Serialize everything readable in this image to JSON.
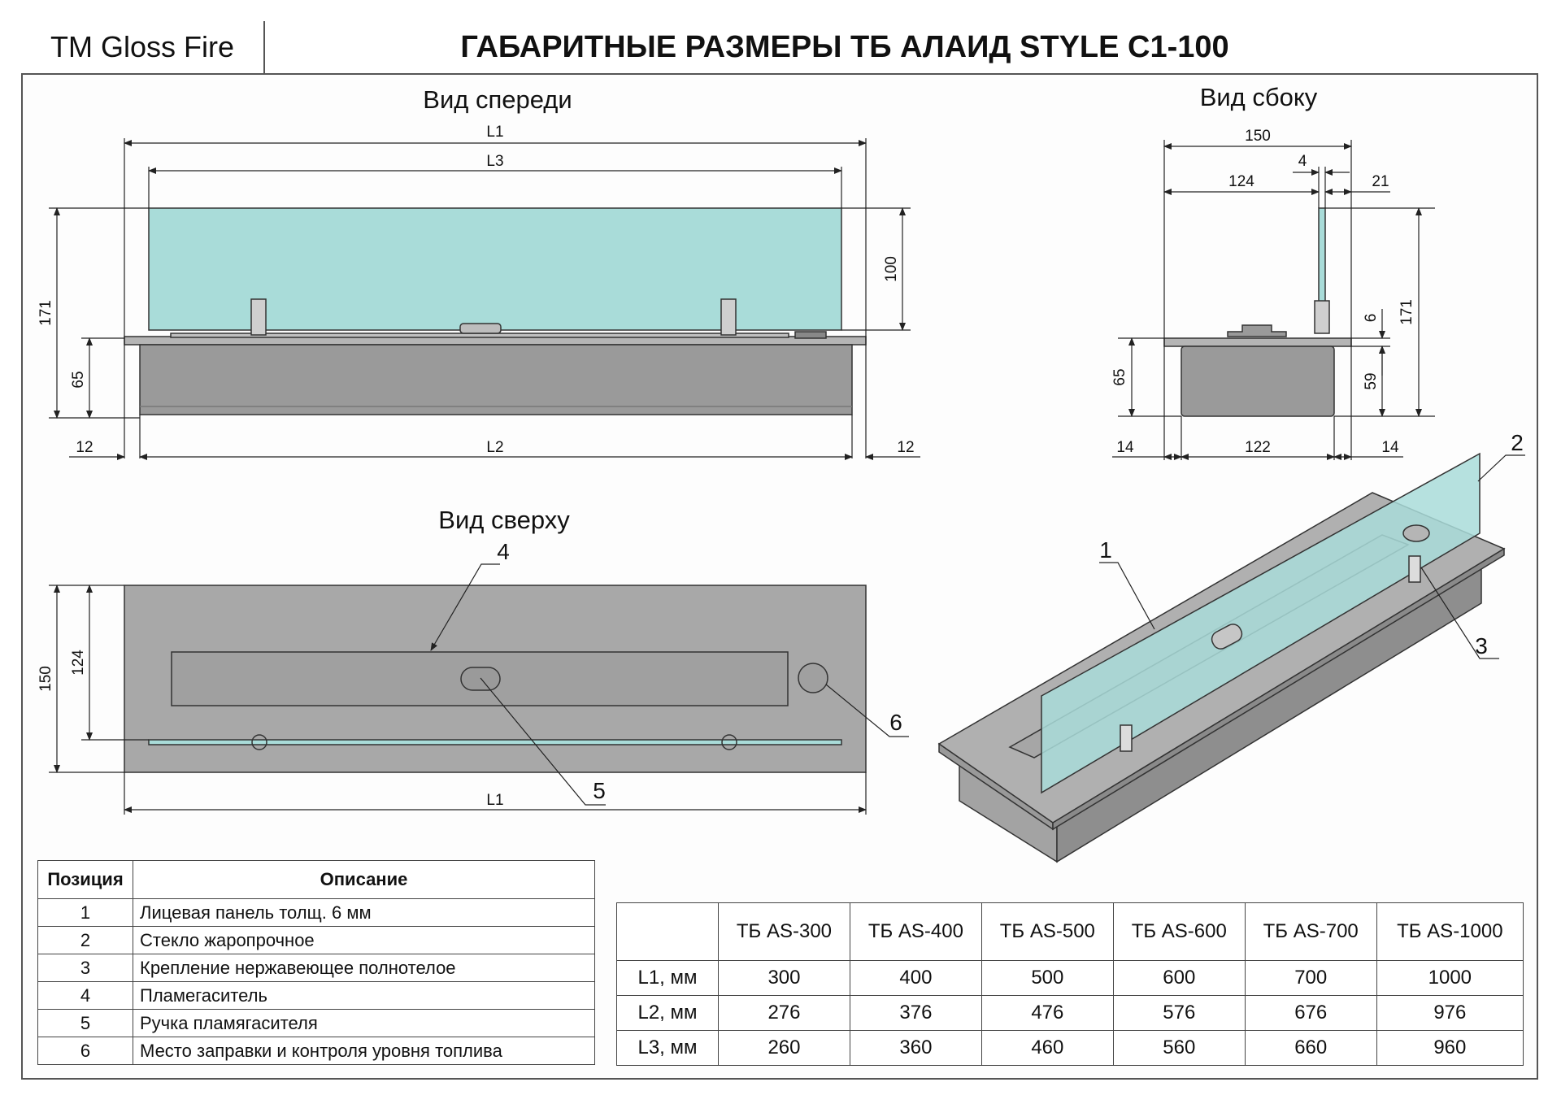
{
  "header": {
    "brand": "TM Gloss Fire",
    "title": "ГАБАРИТНЫЕ РАЗМЕРЫ ТБ АЛАИД STYLE С1-100"
  },
  "views": {
    "front": "Вид спереди",
    "side": "Вид сбоку",
    "top": "Вид сверху"
  },
  "front_dims": {
    "l1": "L1",
    "l3": "L3",
    "l2": "L2",
    "h171": "171",
    "h65": "65",
    "h100": "100",
    "left12": "12",
    "right12": "12"
  },
  "side_dims": {
    "w150": "150",
    "w4": "4",
    "w124": "124",
    "w21": "21",
    "h6": "6",
    "h171": "171",
    "h65": "65",
    "h59": "59",
    "w14l": "14",
    "w122": "122",
    "w14r": "14"
  },
  "top_dims": {
    "h150": "150",
    "h124": "124",
    "l1": "L1"
  },
  "callouts": {
    "c1": "1",
    "c2": "2",
    "c3": "3",
    "c4": "4",
    "c5": "5",
    "c6": "6"
  },
  "colors": {
    "glass": "#a9dcd9",
    "body": "#9a9a9a",
    "plate": "#b3b3b3",
    "top_plate": "#a8a8a8"
  },
  "positions": {
    "headers": [
      "Позиция",
      "Описание"
    ],
    "rows": [
      {
        "num": "1",
        "desc": "Лицевая панель толщ. 6 мм"
      },
      {
        "num": "2",
        "desc": "Стекло жаропрочное"
      },
      {
        "num": "3",
        "desc": "Крепление нержавеющее полнотелое"
      },
      {
        "num": "4",
        "desc": "Пламегаситель"
      },
      {
        "num": "5",
        "desc": "Ручка пламягасителя"
      },
      {
        "num": "6",
        "desc": "Место заправки и контроля уровня топлива"
      }
    ]
  },
  "sizes": {
    "headers": [
      "",
      "ТБ AS-300",
      "ТБ AS-400",
      "ТБ AS-500",
      "ТБ AS-600",
      "ТБ AS-700",
      "ТБ AS-1000"
    ],
    "rows": [
      {
        "label": "L1, мм",
        "values": [
          "300",
          "400",
          "500",
          "600",
          "700",
          "1000"
        ]
      },
      {
        "label": "L2, мм",
        "values": [
          "276",
          "376",
          "476",
          "576",
          "676",
          "976"
        ]
      },
      {
        "label": "L3, мм",
        "values": [
          "260",
          "360",
          "460",
          "560",
          "660",
          "960"
        ]
      }
    ]
  }
}
